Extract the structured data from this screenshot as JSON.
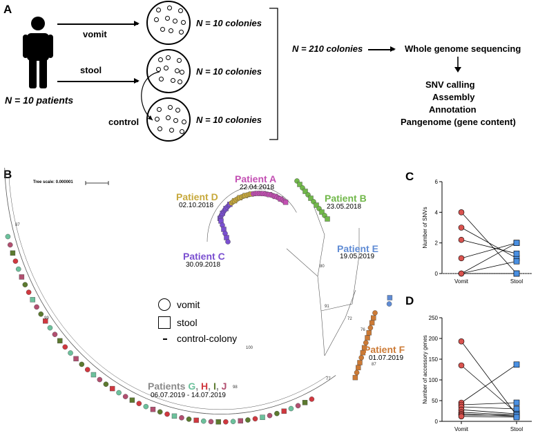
{
  "panels": {
    "a": "A",
    "b": "B",
    "c": "C",
    "d": "D"
  },
  "schematic": {
    "patients_label": "N = 10 patients",
    "vomit_label": "vomit",
    "stool_label": "stool",
    "control_label": "control",
    "dish_counts": [
      "N = 10 colonies",
      "N = 10 colonies",
      "N = 10 colonies"
    ],
    "total_label": "N = 210 colonies",
    "wgs_label": "Whole genome sequencing",
    "steps": [
      "SNV calling",
      "Assembly",
      "Annotation",
      "Pangenome (gene content)"
    ]
  },
  "tree": {
    "scale_label": "Tree scale: 0.000001",
    "clades": [
      {
        "name": "Patient A",
        "date": "22.04.2018",
        "color": "#c34fb3"
      },
      {
        "name": "Patient B",
        "date": "23.05.2018",
        "color": "#71b84a"
      },
      {
        "name": "Patient C",
        "date": "30.09.2018",
        "color": "#7a4fd0"
      },
      {
        "name": "Patient D",
        "date": "02.10.2018",
        "color": "#c7a93c"
      },
      {
        "name": "Patient E",
        "date": "19.05.2019",
        "color": "#5f8bd4"
      },
      {
        "name": "Patient F",
        "date": "01.07.2019",
        "color": "#cc7a35"
      }
    ],
    "ghij_prefix": "Patients",
    "ghij": [
      {
        "letter": "G",
        "color": "#6cc19c"
      },
      {
        "letter": "H",
        "color": "#d0383f"
      },
      {
        "letter": "I",
        "color": "#5c7a2f"
      },
      {
        "letter": "J",
        "color": "#b24f70"
      }
    ],
    "ghij_sep": ", ",
    "ghij_date": "06.07.2019 - 14.07.2019",
    "ghij_label_color": "#8a8a8a",
    "bootstrap": [
      "87",
      "99",
      "98",
      "100",
      "80",
      "91",
      "76",
      "87",
      "72",
      "77"
    ],
    "legend": {
      "vomit": "vomit",
      "stool": "stool",
      "control": "control-colony"
    }
  },
  "chart_data": [
    {
      "type": "scatter",
      "title": "",
      "ylabel": "Number of SNVs",
      "categories": [
        "Vomit",
        "Stool"
      ],
      "ylim": [
        0,
        6
      ],
      "yticks": [
        0,
        2,
        4,
        6
      ],
      "series": [
        {
          "values": [
            [
              4,
              0
            ],
            [
              3,
              1
            ],
            [
              2.2,
              1.3
            ],
            [
              1,
              2
            ],
            [
              0,
              2
            ],
            [
              0,
              0.8
            ],
            [
              0,
              0
            ]
          ]
        }
      ],
      "colors": {
        "vomit": "#d9534f",
        "stool": "#4a90e2"
      }
    },
    {
      "type": "scatter",
      "title": "",
      "ylabel": "Number of accessory genes",
      "categories": [
        "Vomit",
        "Stool"
      ],
      "ylim": [
        0,
        250
      ],
      "yticks": [
        0,
        50,
        100,
        150,
        200,
        250
      ],
      "series": [
        {
          "values": [
            [
              193,
              15
            ],
            [
              135,
              20
            ],
            [
              45,
              137
            ],
            [
              40,
              45
            ],
            [
              35,
              30
            ],
            [
              28,
              18
            ],
            [
              22,
              15
            ],
            [
              18,
              12
            ],
            [
              15,
              15
            ],
            [
              12,
              10
            ]
          ]
        }
      ],
      "colors": {
        "vomit": "#d9534f",
        "stool": "#4a90e2"
      }
    }
  ]
}
